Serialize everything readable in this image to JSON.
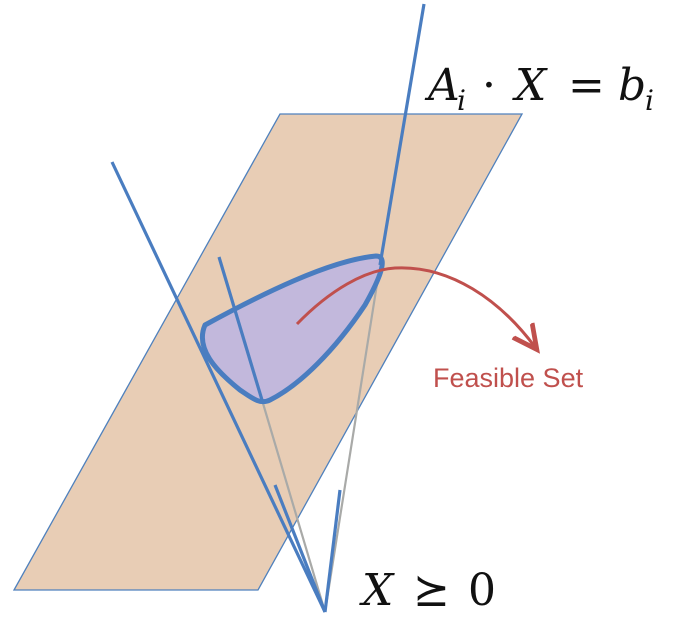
{
  "labels": {
    "plane_equation": {
      "lhs_symbol": "A",
      "lhs_subscript": "i",
      "operator": "·",
      "variable": "X",
      "equals": "=",
      "rhs_symbol": "b",
      "rhs_subscript": "i"
    },
    "cone_constraint": {
      "variable": "X",
      "relation": "⪰",
      "value": "0"
    },
    "feasible_set": "Feasible Set"
  },
  "colors": {
    "plane_fill": "#e8cdb5",
    "plane_edge": "#4f81bd",
    "cone_lines": "#4a7dc0",
    "cone_hidden_lines": "#a9aaa8",
    "feasible_fill": "#c2b8dc",
    "feasible_edge": "#4a7dc0",
    "arrow": "#c0504d"
  }
}
